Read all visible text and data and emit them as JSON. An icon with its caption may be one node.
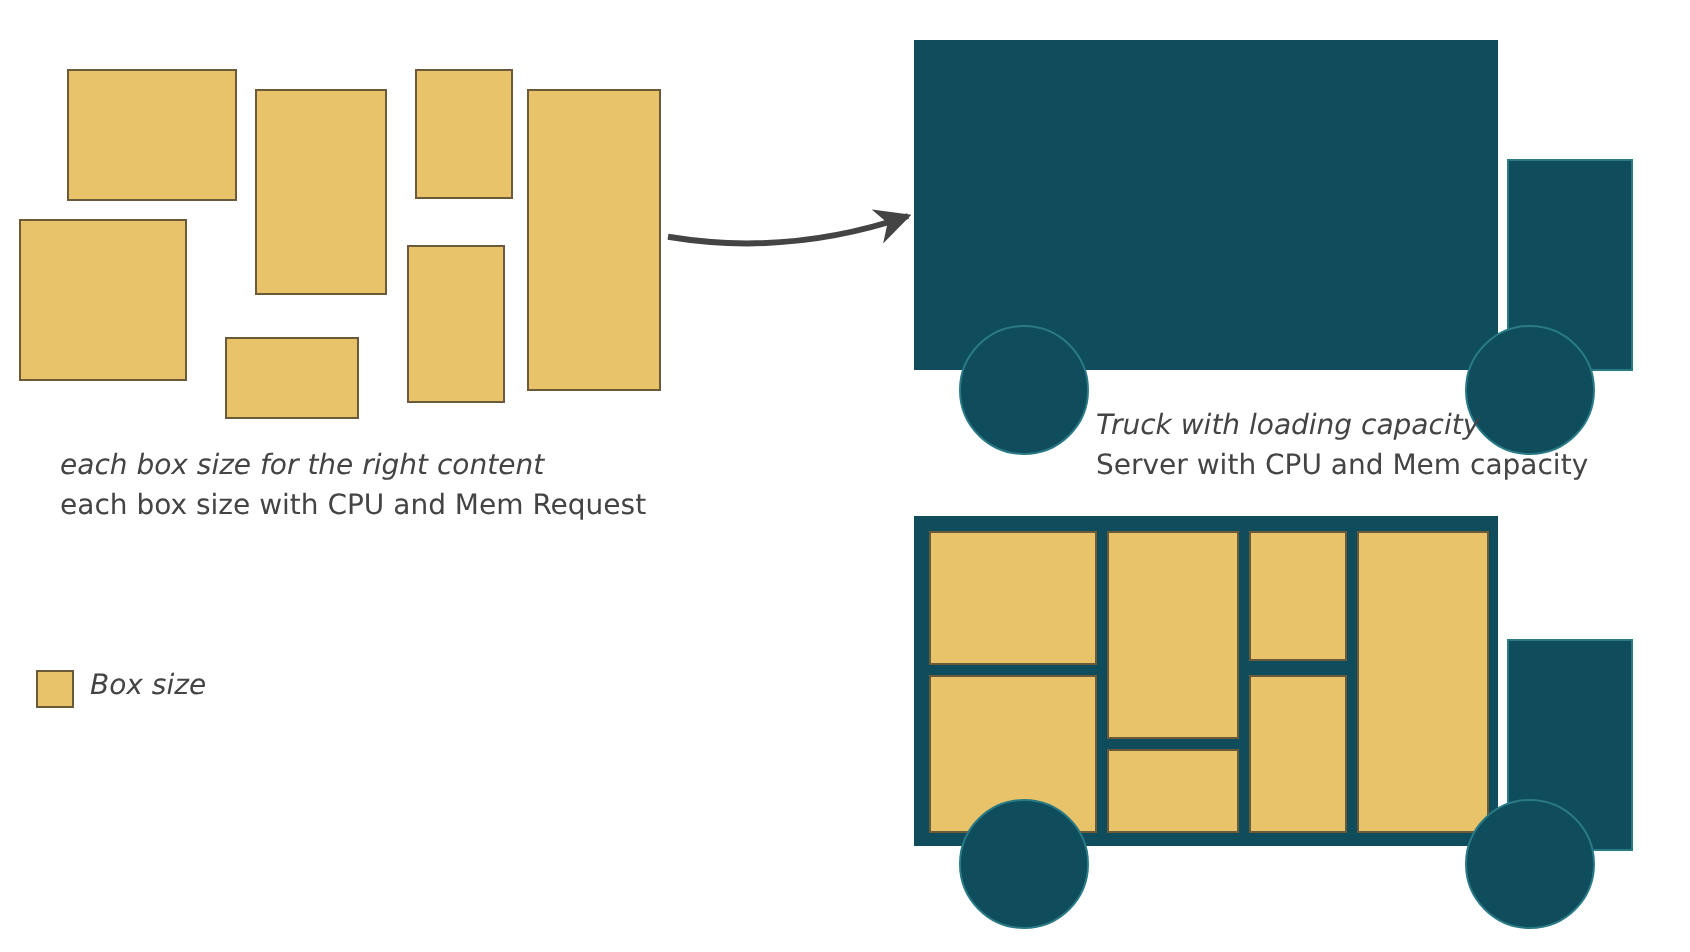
{
  "diagram": {
    "nodes": [
      {
        "text": [],
        "shape": "picture",
        "beside": [
          "each box size for the right content",
          "each box size with CPU and Mem Request"
        ]
      },
      {
        "text": [],
        "shape": "truck",
        "beside": [
          "Truck with loading capacity",
          "Server with CPU and Mem capacity"
        ]
      }
    ],
    "edges": [
      {
        "from": 0,
        "to": 1,
        "arrow": "to"
      }
    ],
    "legend": [
      {
        "text": "Box size",
        "color": "#e8c36a"
      }
    ]
  }
}
